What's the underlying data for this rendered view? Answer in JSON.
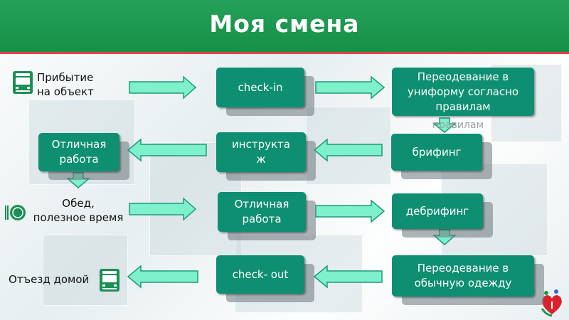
{
  "title": "Моя смена",
  "left_labels": {
    "arrival": "Прибытие\nна объект",
    "lunch": "Обед,\nполезное время",
    "departure": "Отъезд домой"
  },
  "boxes": {
    "check_in": "check-in",
    "change_uniform": "Переодевание в униформу согласно правилам",
    "briefing": "брифинг",
    "instruction": "инструкта\nж",
    "good_work_1": "Отличная работа",
    "good_work_2": "Отличная работа",
    "debriefing": "дебрифинг",
    "change_clothes": "Переодевание в обычную одежду",
    "check_out": "check- out"
  },
  "ghost_text": "правилам",
  "colors": {
    "header": "#1a9a4f",
    "header_line": "#e64049",
    "box": "#0e8f71",
    "arrow_fill": "#7ff0cc",
    "arrow_stroke": "#1d9a7a"
  },
  "icons": {
    "arrival": "bus-icon",
    "lunch": "plate-icon",
    "departure": "bus-icon",
    "logo": "heart-logo-icon"
  }
}
